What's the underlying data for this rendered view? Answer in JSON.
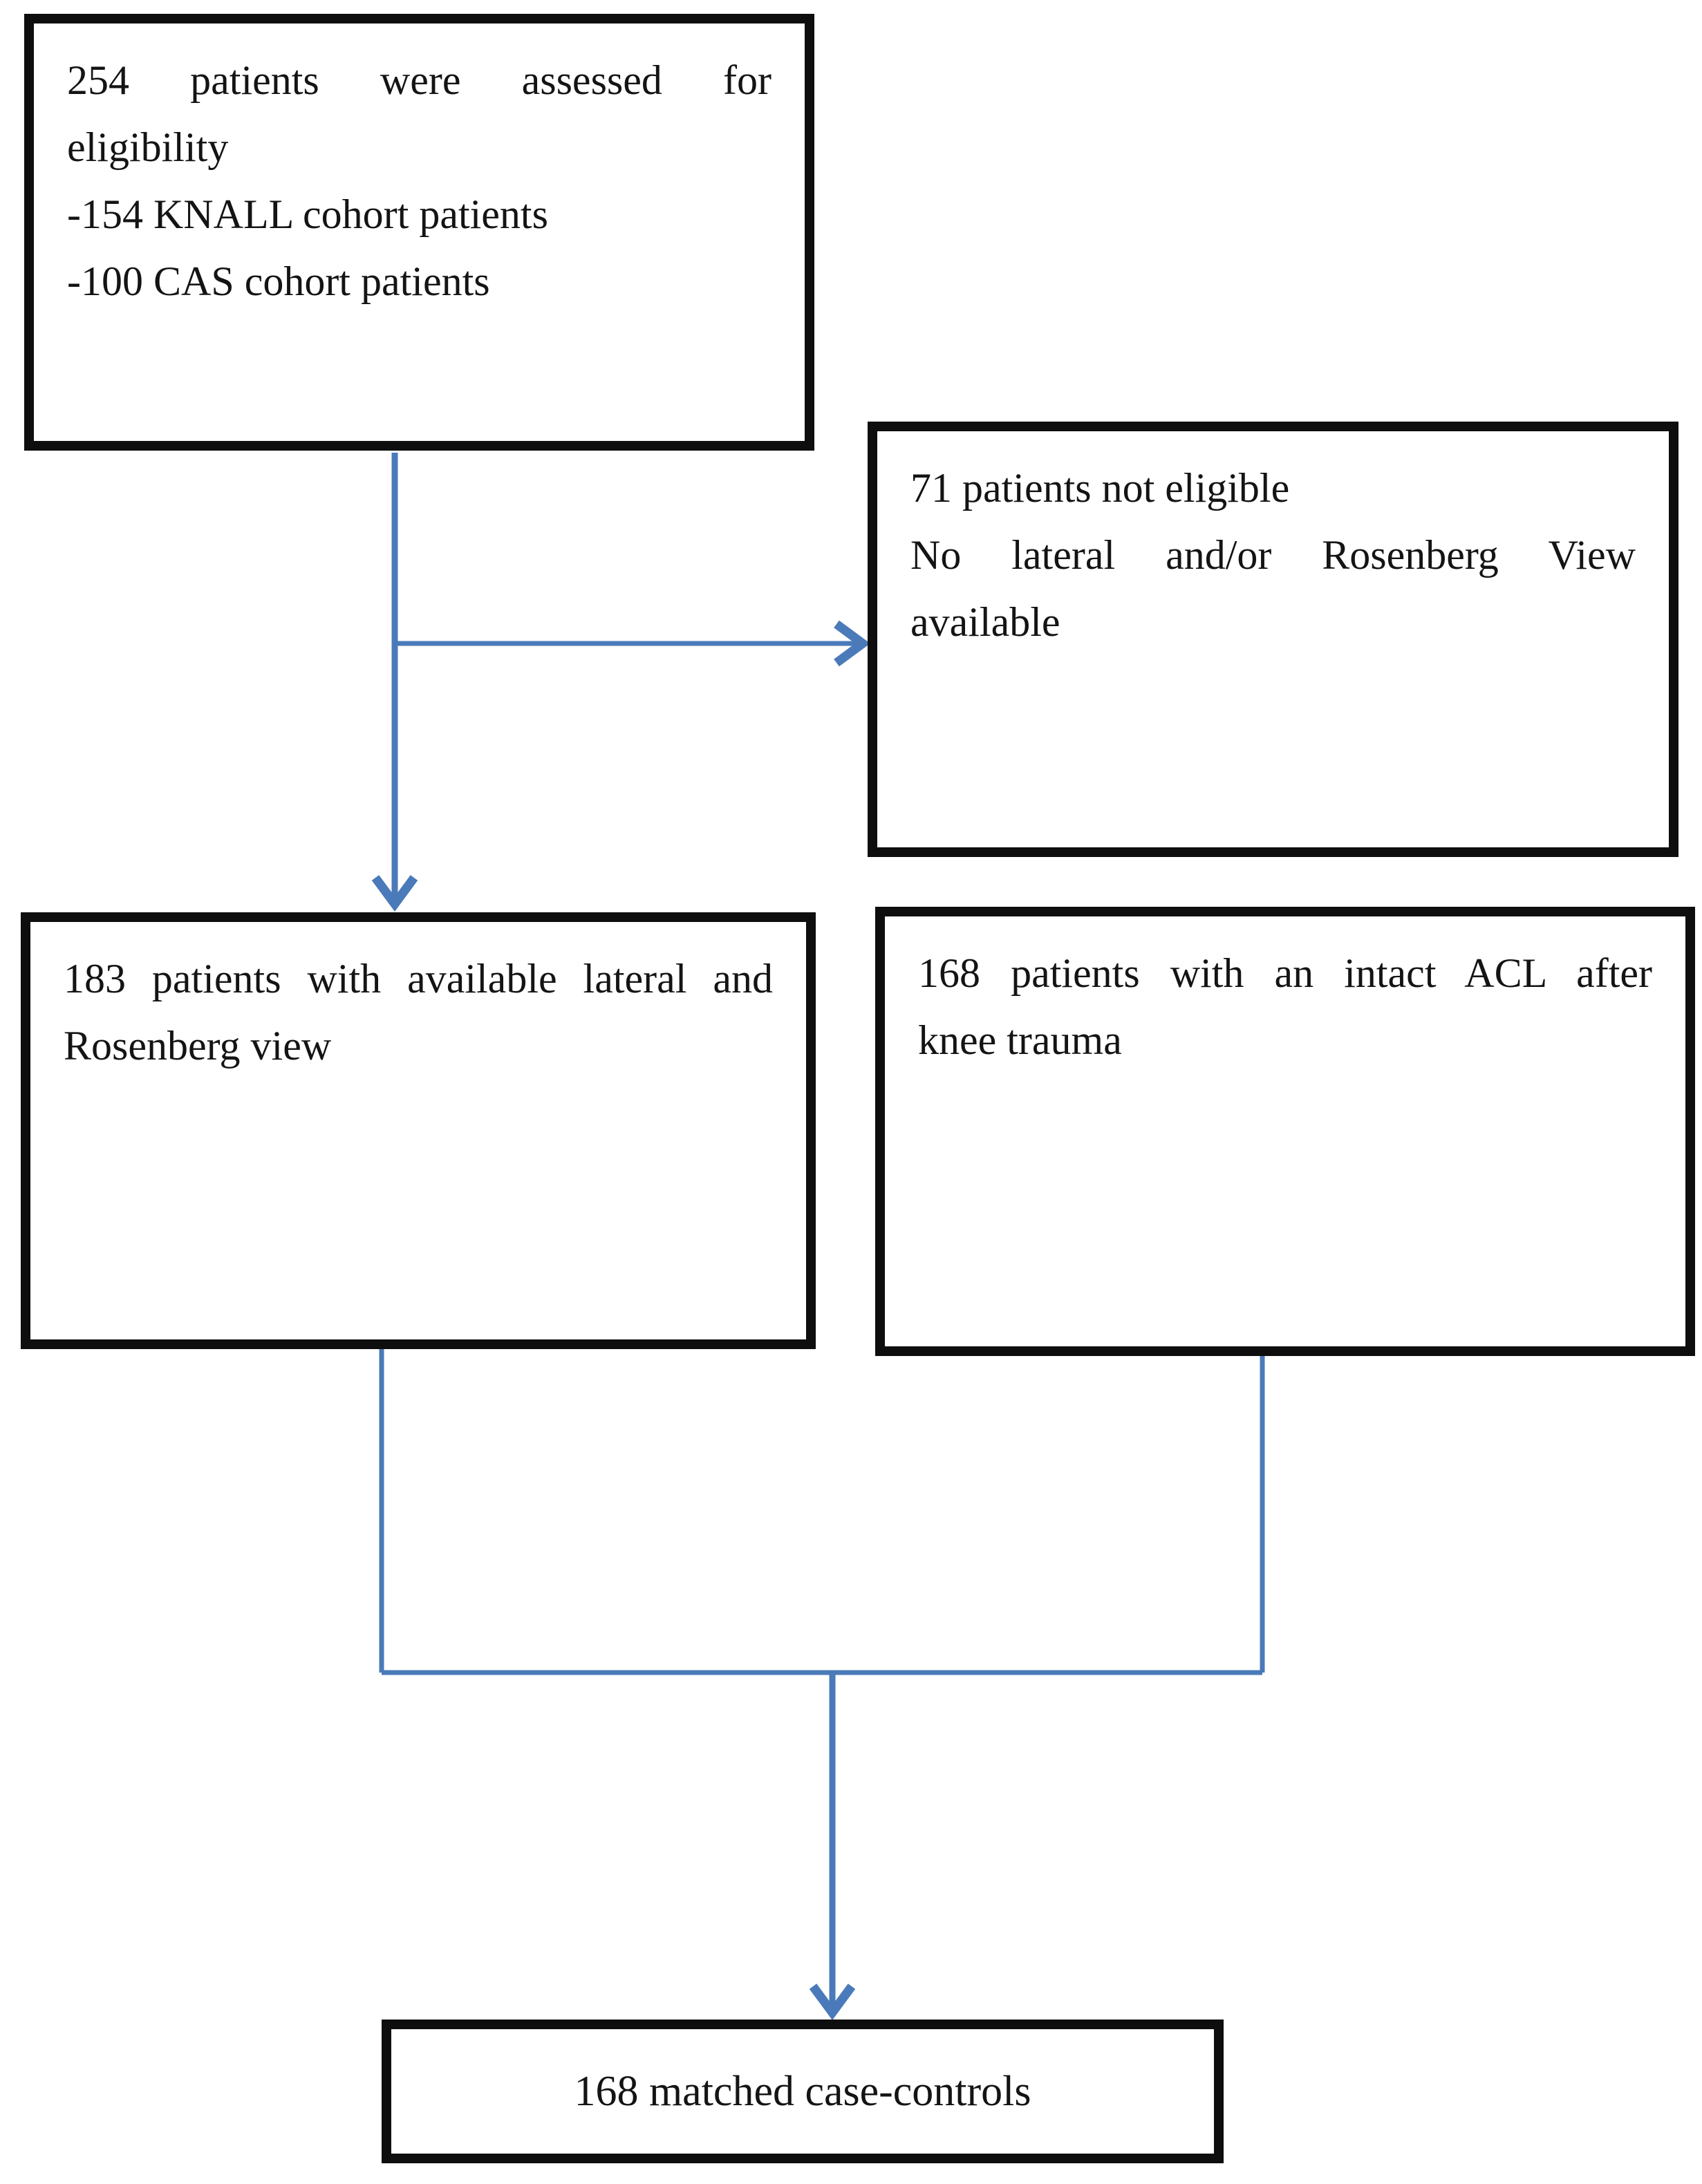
{
  "diagram": {
    "type": "flowchart",
    "boxes": {
      "assessed": {
        "line1": "254 patients were assessed for",
        "line2": "eligibility",
        "line3": "-154 KNALL cohort patients",
        "line4": "-100 CAS cohort patients"
      },
      "not_eligible": {
        "line1": "71 patients not eligible",
        "line2": "No lateral and/or Rosenberg View",
        "line3": "available"
      },
      "lateral_rosenberg": {
        "line1": "183 patients with available lateral and",
        "line2": "Rosenberg view"
      },
      "intact_acl": {
        "line1": "168 patients with an intact ACL after",
        "line2": "knee trauma"
      },
      "matched": {
        "line1": "168 matched case-controls"
      }
    },
    "colors": {
      "arrow": "#4a7ab9",
      "box_border": "#0e0e0e",
      "background": "#ffffff",
      "text": "#141414"
    }
  }
}
